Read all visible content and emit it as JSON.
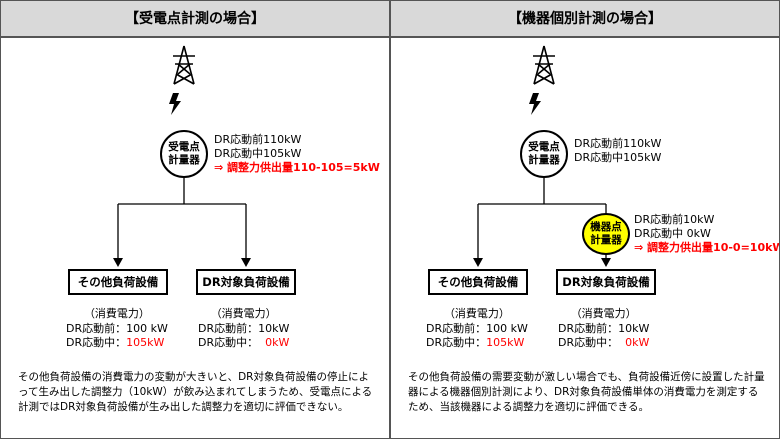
{
  "left": {
    "title": "【受電点計測の場合】",
    "meter": {
      "line1": "受電点",
      "line2": "計量器"
    },
    "readings": {
      "before": "DR応動前110kW",
      "during": "DR応動中105kW",
      "result": "⇒ 調整力供出量110-105=5kW"
    },
    "boxes": {
      "other": "その他負荷設備",
      "dr": "DR対象負荷設備"
    },
    "other_consumption": {
      "title": "（消費電力）",
      "before_label": "DR応動前：",
      "before_value": "100 kW",
      "during_label": "DR応動中：",
      "during_value": "105kW"
    },
    "dr_consumption": {
      "title": "（消費電力）",
      "before_label": "DR応動前：",
      "before_value": "10kW",
      "during_label": "DR応動中：",
      "during_value": "0kW"
    },
    "description": "その他負荷設備の消費電力の変動が大きいと、DR対象負荷設備の停止によって生み出した調整力（10kW）が飲み込まれてしまうため、受電点による計測ではDR対象負荷設備が生み出した調整力を適切に評価できない。"
  },
  "right": {
    "title": "【機器個別計測の場合】",
    "meter": {
      "line1": "受電点",
      "line2": "計量器"
    },
    "readings": {
      "before": "DR応動前110kW",
      "during": "DR応動中105kW"
    },
    "device_meter": {
      "line1": "機器点",
      "line2": "計量器"
    },
    "device_readings": {
      "before": "DR応動前10kW",
      "during": "DR応動中 0kW",
      "result": "⇒ 調整力供出量10-0=10kW"
    },
    "boxes": {
      "other": "その他負荷設備",
      "dr": "DR対象負荷設備"
    },
    "other_consumption": {
      "title": "（消費電力）",
      "before_label": "DR応動前：",
      "before_value": "100 kW",
      "during_label": "DR応動中：",
      "during_value": "105kW"
    },
    "dr_consumption": {
      "title": "（消費電力）",
      "before_label": "DR応動前：",
      "before_value": "10kW",
      "during_label": "DR応動中：",
      "during_value": "0kW"
    },
    "description": "その他負荷設備の需要変動が激しい場合でも、負荷設備近傍に設置した計量器による機器個別計測により、DR対象負荷設備単体の消費電力を測定するため、当該機器による調整力を適切に評価できる。"
  },
  "colors": {
    "red": "#ff0000",
    "yellow": "#ffff00",
    "header_bg": "#d9d9d9"
  },
  "icons": [
    "transmission-tower-icon",
    "lightning-bolt-icon"
  ]
}
